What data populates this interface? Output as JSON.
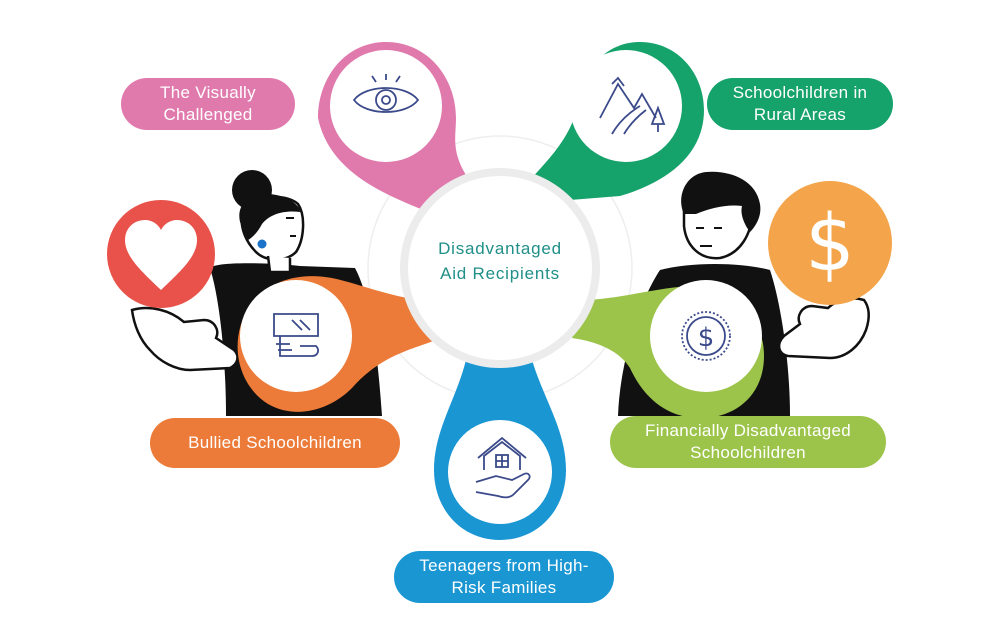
{
  "center": {
    "line1": "Disadvantaged",
    "line2": "Aid Recipients"
  },
  "categories": [
    {
      "id": "visual",
      "line1": "The Visually",
      "line2": "Challenged",
      "color": "#e07aad",
      "icon": "eye-icon"
    },
    {
      "id": "rural",
      "line1": "Schoolchildren in",
      "line2": "Rural Areas",
      "color": "#16a26b",
      "icon": "mountains-road-icon"
    },
    {
      "id": "bullied",
      "line1": "Bullied Schoolchildren",
      "line2": "",
      "color": "#ec7a38",
      "icon": "handshake-icon"
    },
    {
      "id": "fin",
      "line1": "Financially Disadvantaged",
      "line2": "Schoolchildren",
      "color": "#9cc44b",
      "icon": "dollar-coin-icon"
    },
    {
      "id": "teen",
      "line1": "Teenagers from High-",
      "line2": "Risk Families",
      "color": "#1a96d3",
      "icon": "house-in-hand-icon"
    }
  ],
  "decorations": {
    "heart_color": "#e8524a",
    "dollar_color": "#f4a44a",
    "center_ring_color": "#e8e8e8",
    "center_text_color": "#1f8f87"
  }
}
